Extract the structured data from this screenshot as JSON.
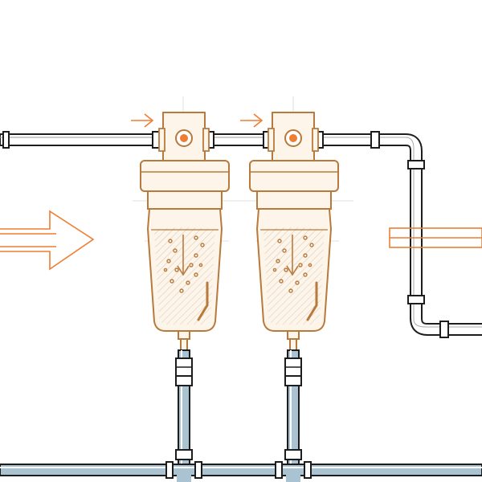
{
  "diagram": {
    "kind": "two-stage inline water filter installation",
    "components": [
      {
        "id": "inlet-pipe",
        "label": ""
      },
      {
        "id": "filter-1",
        "label": ""
      },
      {
        "id": "filter-2",
        "label": ""
      },
      {
        "id": "outlet-pipe",
        "label": ""
      },
      {
        "id": "drain-line",
        "label": ""
      }
    ],
    "flow_arrows": [
      "inlet",
      "between-filters-1",
      "between-filters-2",
      "outlet"
    ],
    "colors": {
      "pipe_outline": "#1d1d1d",
      "pipe_fill": "#ffffff",
      "drain_fill": "#a9c3d2",
      "filter_outline": "#b87a3c",
      "filter_fill": "#fdf4ea",
      "accent": "#ef7d32",
      "guide_line": "#c8c8c8"
    }
  }
}
